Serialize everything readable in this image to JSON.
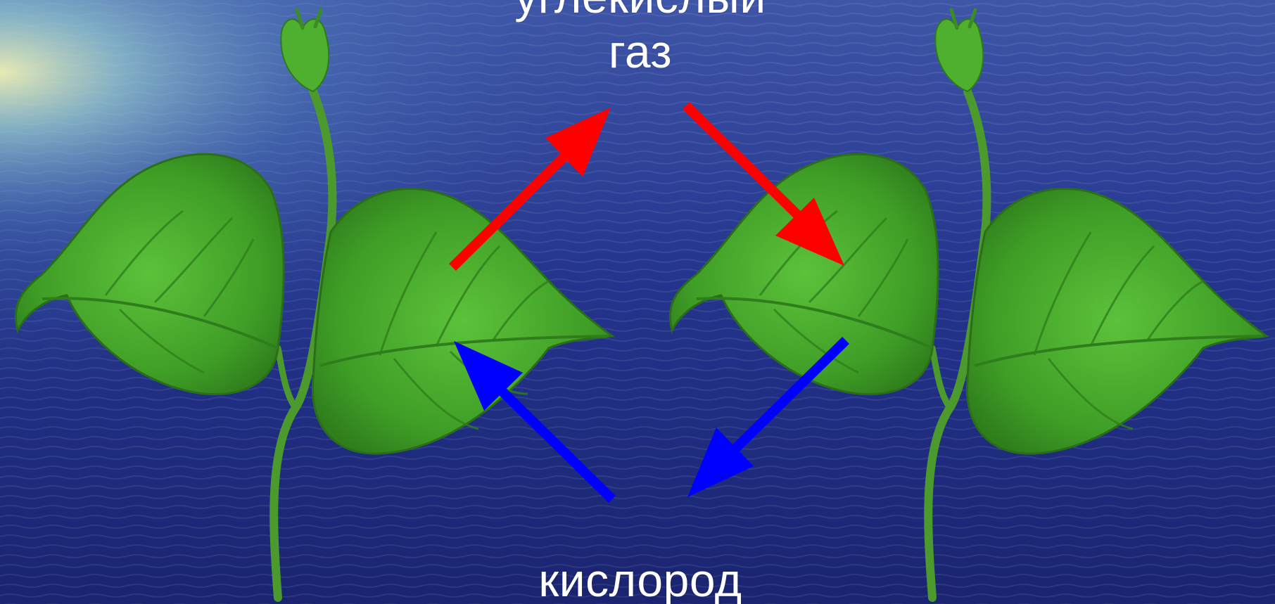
{
  "labels": {
    "co2_line1": "углекислый",
    "co2_line2": "газ",
    "o2": "кислород"
  },
  "colors": {
    "background": "#1d2a78",
    "co2_arrow": "#ff0000",
    "o2_arrow": "#0000ff",
    "leaf": "#3fa62a",
    "text": "#ffffff"
  }
}
